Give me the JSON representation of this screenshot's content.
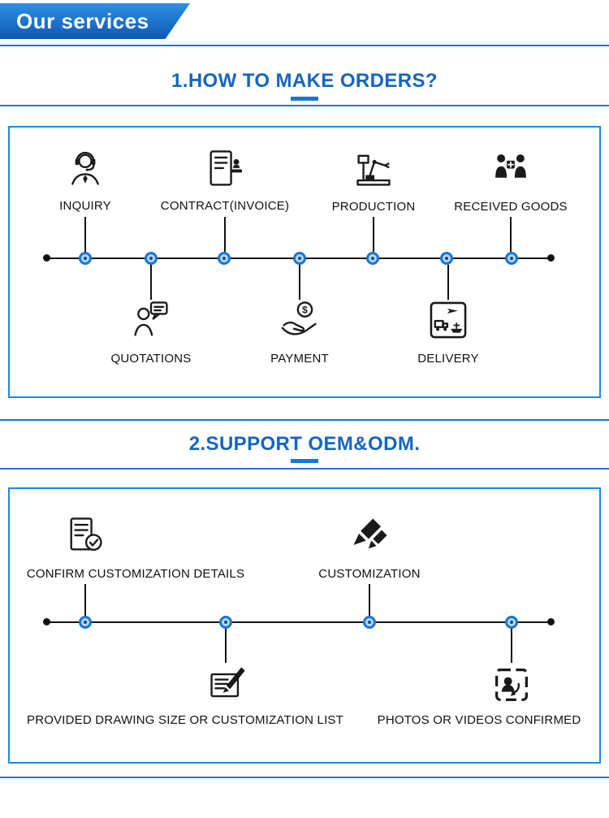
{
  "banner": {
    "title": "Our services"
  },
  "section1": {
    "title": "1.HOW TO MAKE ORDERS?",
    "top": [
      {
        "label": "INQUIRY",
        "icon": "headset-agent-icon"
      },
      {
        "label": "CONTRACT(INVOICE)",
        "icon": "contract-stamp-icon"
      },
      {
        "label": "PRODUCTION",
        "icon": "production-machine-icon"
      },
      {
        "label": "RECEIVED GOODS",
        "icon": "received-goods-icon"
      }
    ],
    "bottom": [
      {
        "label": "QUOTATIONS",
        "icon": "quotation-chat-icon"
      },
      {
        "label": "PAYMENT",
        "icon": "payment-hand-icon"
      },
      {
        "label": "DELIVERY",
        "icon": "delivery-transport-icon"
      }
    ]
  },
  "section2": {
    "title": "2.SUPPORT OEM&ODM.",
    "top": [
      {
        "label": "CONFIRM CUSTOMIZATION DETAILS",
        "icon": "confirm-details-icon"
      },
      {
        "label": "CUSTOMIZATION",
        "icon": "customization-pen-icon"
      }
    ],
    "bottom": [
      {
        "label": "PROVIDED DRAWING SIZE OR CUSTOMIZATION LIST",
        "icon": "drawing-list-icon"
      },
      {
        "label": "PHOTOS OR VIDEOS CONFIRMED",
        "icon": "photos-confirmed-icon"
      }
    ]
  },
  "icons": {
    "dollar_symbol": "$"
  },
  "colors": {
    "accent": "#1976d2",
    "title_blue": "#1565c0",
    "panel_border": "#1e88e5",
    "banner_gradient_top": "#2f8fe4",
    "banner_gradient_bottom": "#0d59b4",
    "line_black": "#111111"
  }
}
